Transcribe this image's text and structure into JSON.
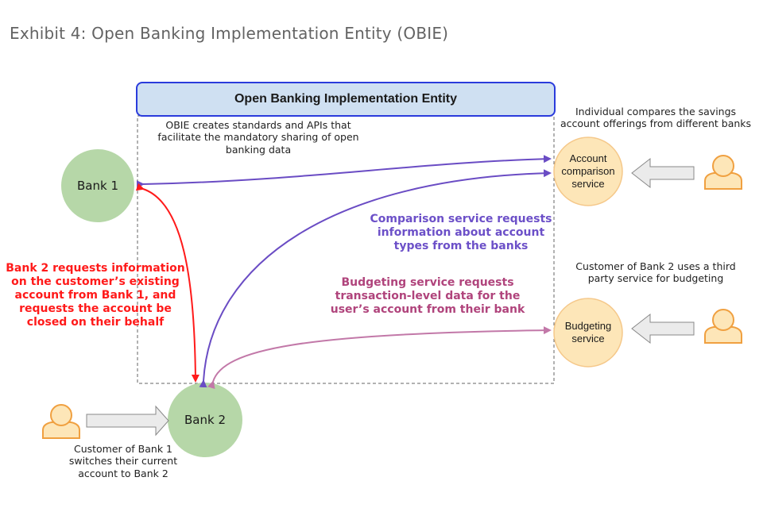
{
  "title": "Exhibit 4: Open Banking Implementation Entity (OBIE)",
  "obie": {
    "header": "Open Banking Implementation Entity",
    "description": "OBIE creates standards and APIs that facilitate the mandatory sharing of open banking data"
  },
  "nodes": {
    "bank1": "Bank 1",
    "bank2": "Bank 2",
    "account_comparison": "Account comparison service",
    "budgeting": "Budgeting service"
  },
  "annotations": {
    "bank2_request": "Bank 2 requests information on the customer’s existing account from Bank 1, and requests the account be closed on their behalf",
    "comparison_request": "Comparison service requests information about account types from the banks",
    "budgeting_request": "Budgeting service requests transaction-level data for the user’s account from their bank"
  },
  "captions": {
    "individual_compares": "Individual compares the savings account offerings from different banks",
    "customer_budgeting": "Customer of Bank 2 uses a third party service for budgeting",
    "customer_switches": "Customer of Bank 1 switches their current account to Bank 2"
  },
  "colors": {
    "bank_fill": "#b6d7a8",
    "service_fill": "#fde6b8",
    "service_stroke": "#f5c88a",
    "person_fill": "#fde6b8",
    "person_stroke": "#f0a040",
    "header_fill": "#cfe0f2",
    "header_stroke": "#2a3bdc",
    "red_flow": "#ff1a1a",
    "purple_flow": "#6a4cc4",
    "pink_flow": "#c278a8"
  },
  "icons": {
    "person": "person-icon",
    "block_arrow": "block-arrow-icon"
  }
}
